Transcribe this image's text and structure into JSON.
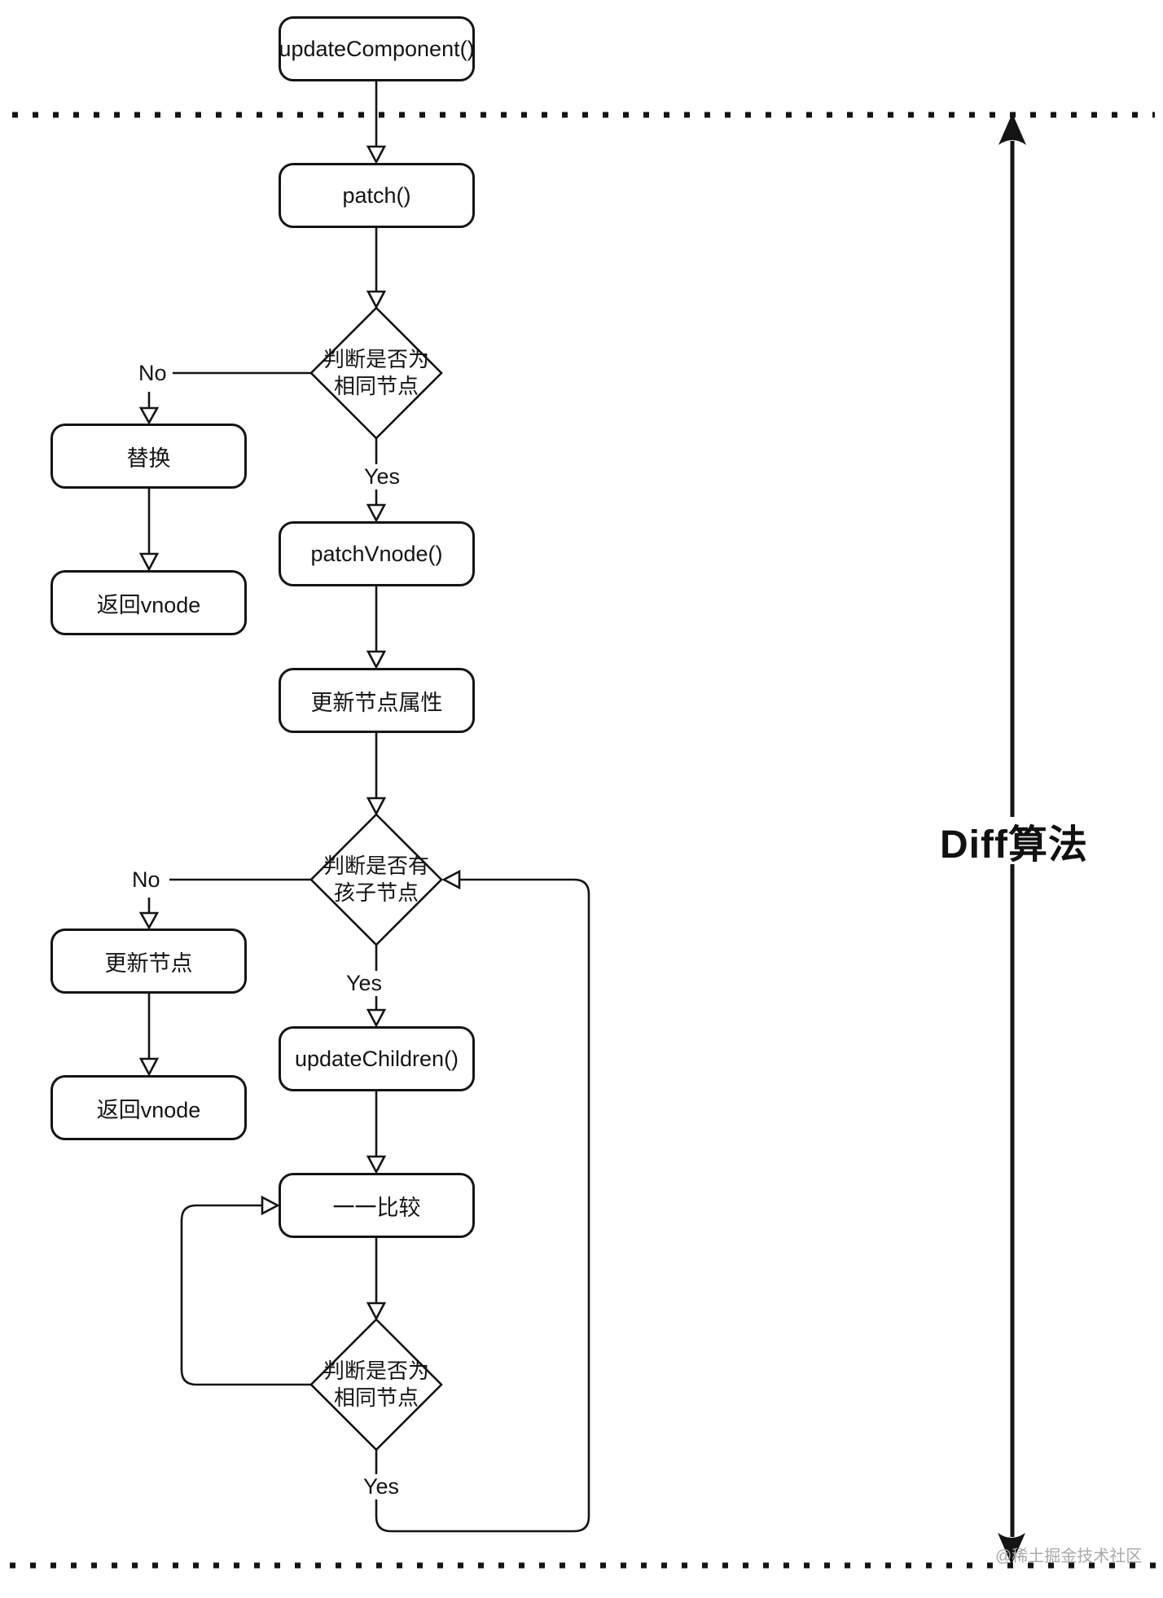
{
  "nodes": {
    "updateComponent": "updateComponent()",
    "patch": "patch()",
    "replace": "替换",
    "returnVnode1": "返回vnode",
    "patchVnode": "patchVnode()",
    "updateNodeAttrs": "更新节点属性",
    "updateNode": "更新节点",
    "returnVnode2": "返回vnode",
    "updateChildren": "updateChildren()",
    "compare": "一一比较"
  },
  "decisions": {
    "sameNode1": {
      "line1": "判断是否为",
      "line2": "相同节点"
    },
    "hasChildren": {
      "line1": "判断是否有",
      "line2": "孩子节点"
    },
    "sameNode2": {
      "line1": "判断是否为",
      "line2": "相同节点"
    }
  },
  "edgeLabels": {
    "no1": "No",
    "yes1": "Yes",
    "no2": "No",
    "yes2": "Yes",
    "yes3": "Yes"
  },
  "annotation": {
    "diffLabel": "Diff算法"
  },
  "watermark": {
    "text": "@稀土掘金技术社区",
    "color": "#a9a9a9"
  },
  "colors": {
    "line": "#141414",
    "background": "#ffffff"
  }
}
